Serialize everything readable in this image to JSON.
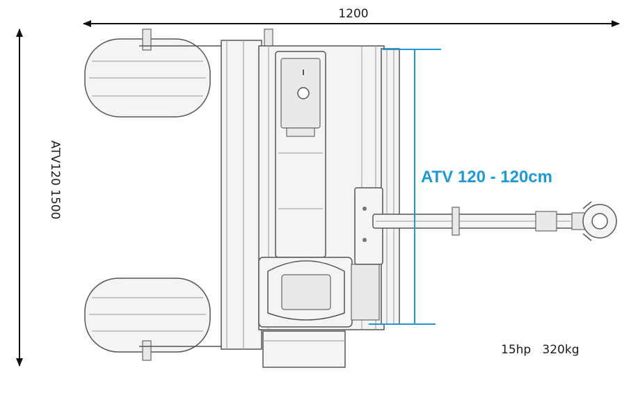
{
  "dimensions": {
    "width_label": "1200",
    "height_label": "ATV120  1500"
  },
  "callout": {
    "label": "ATV 120 - 120cm",
    "color": "#1d9ad6"
  },
  "specs": {
    "label": "15hp   320kg"
  }
}
